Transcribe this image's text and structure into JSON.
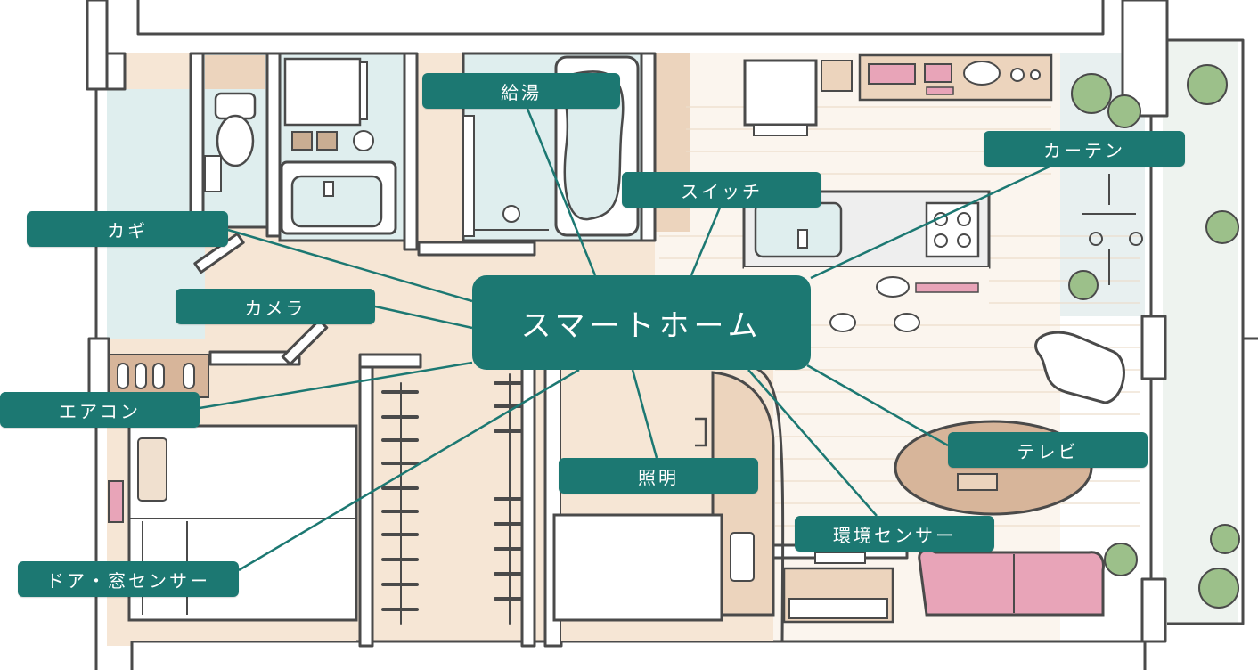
{
  "diagram": {
    "hub": {
      "label": "スマートホーム"
    },
    "features": [
      {
        "id": "hot-water",
        "label": "給湯"
      },
      {
        "id": "switch",
        "label": "スイッチ"
      },
      {
        "id": "curtain",
        "label": "カーテン"
      },
      {
        "id": "lock",
        "label": "カギ"
      },
      {
        "id": "camera",
        "label": "カメラ"
      },
      {
        "id": "air-conditioner",
        "label": "エアコン"
      },
      {
        "id": "tv",
        "label": "テレビ"
      },
      {
        "id": "lighting",
        "label": "照明"
      },
      {
        "id": "environment-sensor",
        "label": "環境センサー"
      },
      {
        "id": "door-window-sensor",
        "label": "ドア・窓センサー"
      }
    ]
  },
  "colors": {
    "label_bg": "#1c7872",
    "label_text": "#ffffff",
    "connector": "#1c7872",
    "wall": "#4a4a4a",
    "floor_wood": "#f6e6d5",
    "floor_living": "#fbf5ee",
    "tile_blue": "#dfeeee",
    "sofa_pink": "#e8a4b8",
    "plant_green": "#9cc08a"
  }
}
